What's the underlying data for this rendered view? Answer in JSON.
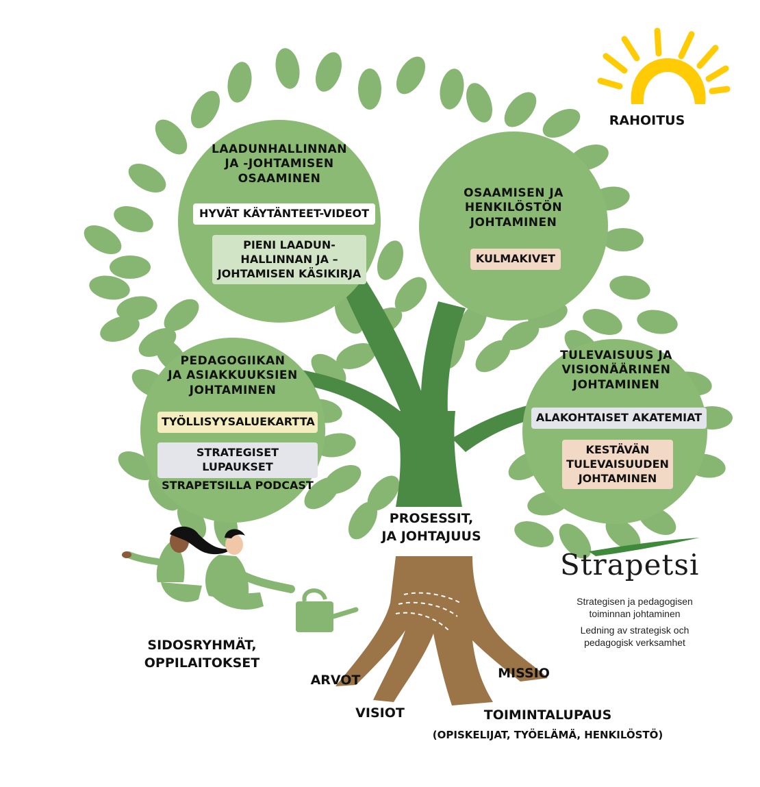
{
  "colors": {
    "leaf": "#86b672",
    "circle": "#8aba73",
    "branch": "#4a8a45",
    "trunk": "#9b7548",
    "sun": "#ffcb05",
    "logo_accent": "#3f8a3a"
  },
  "circles": {
    "top_left": {
      "title": "LAADUNHALLINNAN\nJA -JOHTAMISEN\nOSAAMINEN",
      "tags": [
        "HYVÄT KÄYTÄNTEET-VIDEOT",
        "PIENI LAADUN-\nHALLINNAN JA –\nJOHTAMISEN KÄSIKIRJA"
      ]
    },
    "top_right": {
      "title": "OSAAMISEN JA\nHENKILÖSTÖN\nJOHTAMINEN",
      "tags": [
        "KULMAKIVET"
      ]
    },
    "left": {
      "title": "PEDAGOGIIKAN\nJA ASIAKKUUKSIEN\nJOHTAMINEN",
      "tags": [
        "TYÖLLISYYSALUEKARTTA",
        "STRATEGISET LUPAUKSET"
      ],
      "extra": "STRAPETSILLA PODCAST"
    },
    "right": {
      "title": "TULEVAISUUS JA\nVISIONÄÄRINEN\nJOHTAMINEN",
      "tags": [
        "ALAKOHTAISET AKATEMIAT",
        "KESTÄVÄN\nTULEVAISUUDEN\nJOHTAMINEN"
      ]
    }
  },
  "sun_label": "RAHOITUS",
  "trunk_label": "PROSESSIT,\nJA JOHTAJUUS",
  "people_label": "SIDOSRYHMÄT,\nOPPILAITOKSET",
  "roots": {
    "arvot": "ARVOT",
    "visiot": "VISIOT",
    "missio": "MISSIO",
    "toimintalupaus": "TOIMINTALUPAUS",
    "toimintalupaus_sub": "(OPISKELIJAT, TYÖELÄMÄ, HENKILÖSTÖ)"
  },
  "logo": {
    "name": "Strapetsi",
    "line1": "Strategisen ja pedagogisen\ntoiminnan johtaminen",
    "line2": "Ledning av strategisk och\npedagogisk verksamhet"
  }
}
